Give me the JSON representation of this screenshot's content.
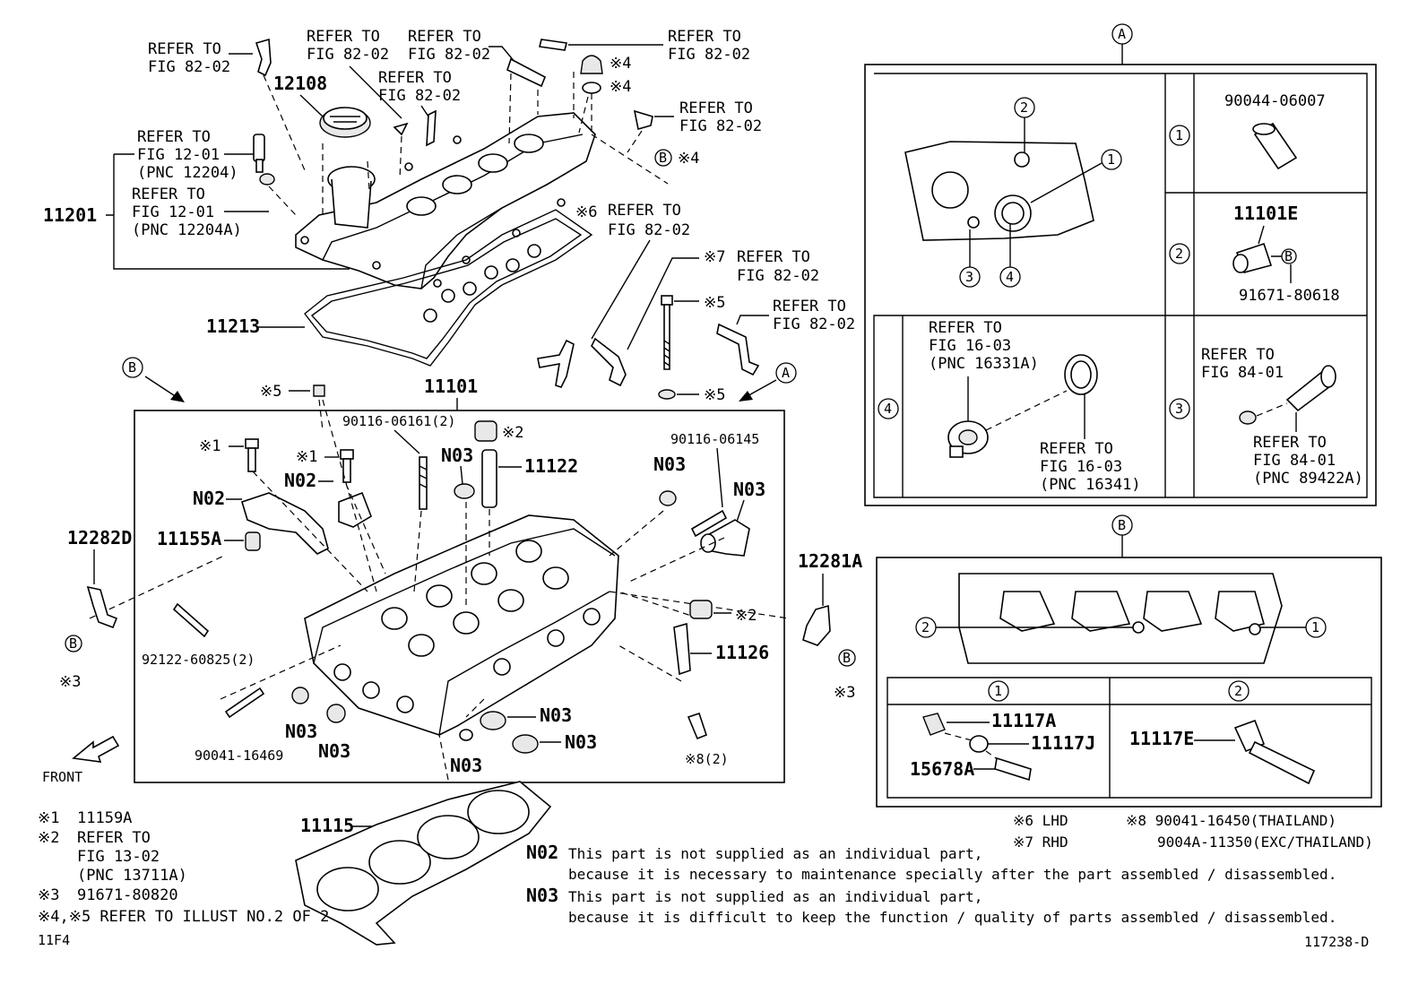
{
  "labels": {
    "refer_fig82_tl": [
      "REFER TO",
      "FIG 82-02"
    ],
    "refer_fig82_t2": [
      "REFER TO",
      "FIG 82-02"
    ],
    "refer_fig82_t3": [
      "REFER TO",
      "FIG 82-02"
    ],
    "refer_fig82_t4": [
      "REFER TO",
      "FIG 82-02"
    ],
    "refer_fig82_tr1": [
      "REFER TO",
      "FIG 82-02"
    ],
    "refer_fig82_tr2": [
      "REFER TO",
      "FIG 82-02"
    ],
    "refer_fig82_6": "REFER TO",
    "refer_fig82_6b": "FIG 82-02",
    "refer_fig82_7": "REFER TO",
    "refer_fig82_7b": "FIG 82-02",
    "refer_fig82_r": [
      "REFER TO",
      "FIG 82-02"
    ],
    "refer_fig12_a": [
      "REFER TO",
      "FIG 12-01",
      "(PNC 12204)"
    ],
    "refer_fig12_b": [
      "REFER TO",
      "FIG 12-01",
      "(PNC 12204A)"
    ],
    "p12108": "12108",
    "p11201": "11201",
    "p11213": "11213",
    "p11101": "11101",
    "p12282D": "12282D",
    "p12281A": "12281A",
    "p11155A": "11155A",
    "p11122": "11122",
    "p11126": "11126",
    "p11115": "11115",
    "p90116_06161": "90116-06161(2)",
    "p90116_06145": "90116-06145",
    "p92122": "92122-60825(2)",
    "p90041_16469": "90041-16469",
    "n02": "N02",
    "n03": "N03",
    "front": "FRONT",
    "mark1": "※1",
    "mark2": "※2",
    "mark3": "※3",
    "mark4": "※4",
    "mark5": "※5",
    "mark6": "※6",
    "mark7": "※7",
    "mark8_2": "※8(2)",
    "circA": "A",
    "circB": "B",
    "c1": "1",
    "c2": "2",
    "c3": "3",
    "c4": "4"
  },
  "detail_a": {
    "p90044": "90044-06007",
    "p11101E": "11101E",
    "p91671_80618": "91671-80618",
    "refer_fig16_a": [
      "REFER TO",
      "FIG 16-03",
      "(PNC 16331A)"
    ],
    "refer_fig16_b": [
      "REFER TO",
      "FIG 16-03",
      "(PNC 16341)"
    ],
    "refer_fig84_a": [
      "REFER TO",
      "FIG 84-01"
    ],
    "refer_fig84_b": [
      "REFER TO",
      "FIG 84-01",
      "(PNC 89422A)"
    ]
  },
  "detail_b": {
    "p11117A": "11117A",
    "p11117J": "11117J",
    "p15678A": "15678A",
    "p11117E": "11117E"
  },
  "legend": {
    "l1_mark": "※1",
    "l1_text": "11159A",
    "l2_mark": "※2",
    "l2_text": [
      "REFER TO",
      "FIG 13-02",
      "(PNC 13711A)"
    ],
    "l3_mark": "※3",
    "l3_text": "91671-80820",
    "l45": "※4,※5 REFER TO ILLUST NO.2 OF 2",
    "code": "11F4",
    "lhd": "※6 LHD",
    "rhd": "※7 RHD",
    "m8_a": "※8 90041-16450(THAILAND)",
    "m8_b": "9004A-11350(EXC/THAILAND)",
    "n02_label": "N02",
    "n02_text": [
      "This part is not supplied as an individual part,",
      "because it is necessary to maintenance specially after the part assembled / disassembled."
    ],
    "n03_label": "N03",
    "n03_text": [
      "This part is not supplied as an individual part,",
      "because it is difficult to keep the function / quality of parts assembled / disassembled."
    ],
    "figure_id": "117238-D"
  }
}
